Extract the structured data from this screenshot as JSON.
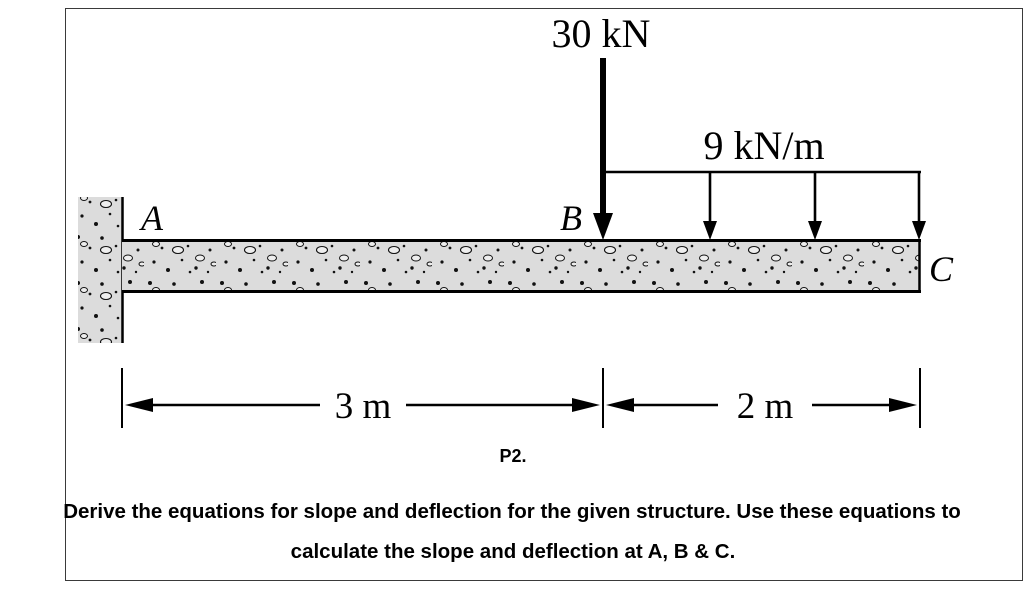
{
  "colors": {
    "beam_fill": "#dcdcdc",
    "ink": "#000000",
    "frame": "#3a3a3a"
  },
  "diagram": {
    "point_load_label": "30 kN",
    "distributed_load_label": "9 kN/m",
    "support_label_a": "A",
    "support_label_b": "B",
    "support_label_c": "C",
    "dimension_ab": "3 m",
    "dimension_bc": "2 m",
    "figure_label": "P2."
  },
  "problem": {
    "line1": "Derive the equations for slope and deflection for the given structure. Use these equations to",
    "line2": "calculate the slope and deflection at A, B & C."
  }
}
